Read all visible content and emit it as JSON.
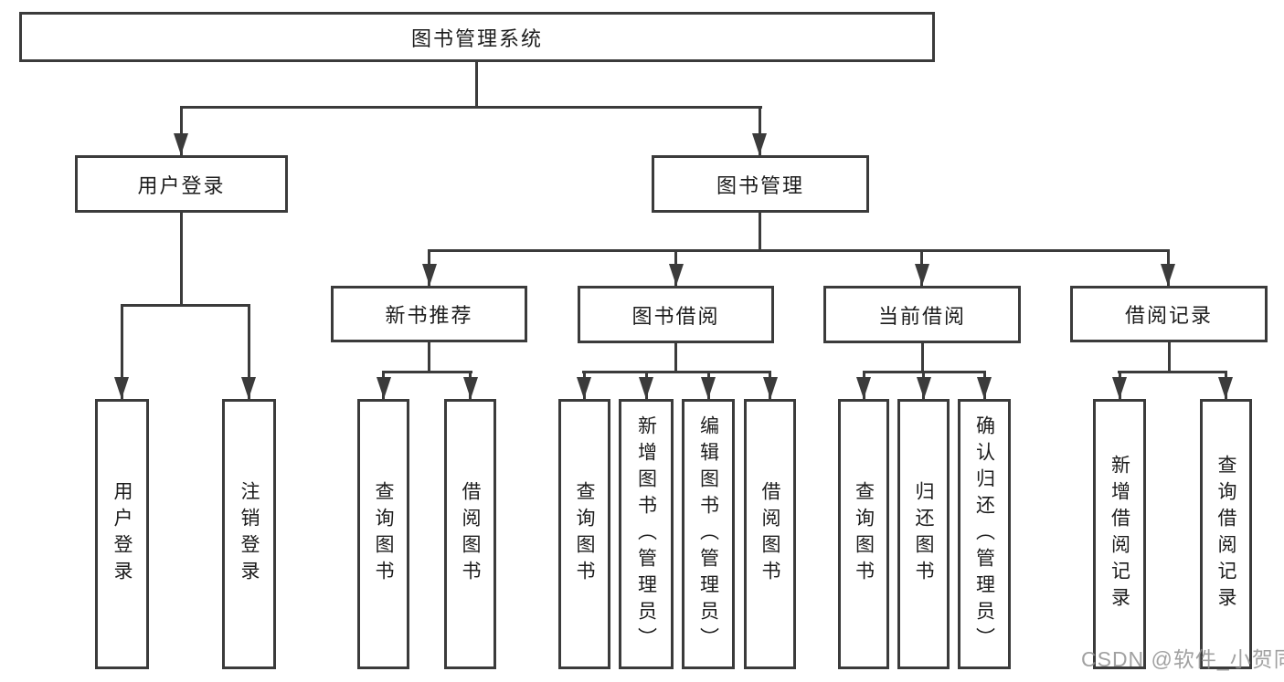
{
  "diagram_title": "图书管理系统",
  "colors": {
    "line": "#3b3b3b",
    "box_border": "#3b3b3b",
    "box_fill": "#ffffff",
    "text": "#1c1c1c",
    "watermark": "#919191",
    "background": "#ffffff"
  },
  "tree": {
    "root": {
      "label": "图书管理系统"
    },
    "branches": [
      {
        "label": "用户登录",
        "children": [
          {
            "label": "用户登录"
          },
          {
            "label": "注销登录"
          }
        ]
      },
      {
        "label": "图书管理",
        "children": [
          {
            "label": "新书推荐",
            "children": [
              {
                "label": "查询图书"
              },
              {
                "label": "借阅图书"
              }
            ]
          },
          {
            "label": "图书借阅",
            "children": [
              {
                "label": "查询图书"
              },
              {
                "label": "新增图书（管理员）"
              },
              {
                "label": "编辑图书（管理员）"
              },
              {
                "label": "借阅图书"
              }
            ]
          },
          {
            "label": "当前借阅",
            "children": [
              {
                "label": "查询图书"
              },
              {
                "label": "归还图书"
              },
              {
                "label": "确认归还（管理员）"
              }
            ]
          },
          {
            "label": "借阅记录",
            "children": [
              {
                "label": "新增借阅记录"
              },
              {
                "label": "查询借阅记录"
              }
            ]
          }
        ]
      }
    ]
  },
  "watermark": {
    "text": "CSDN @软件_小贺同学"
  }
}
